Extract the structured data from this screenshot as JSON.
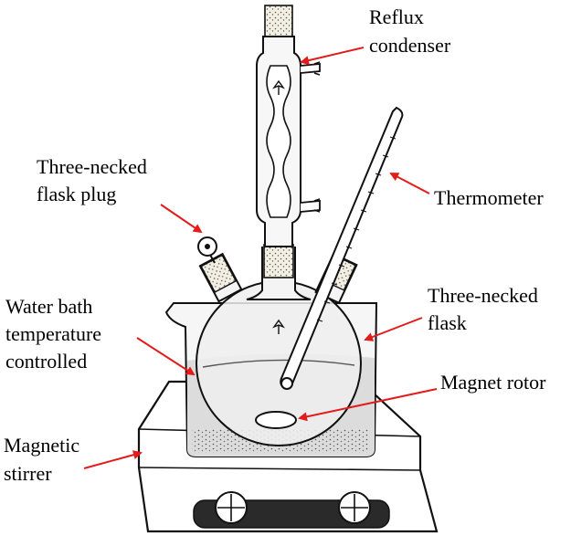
{
  "labels": {
    "reflux_condenser": [
      "Reflux",
      "condenser"
    ],
    "thermometer": "Thermometer",
    "flask_plug": [
      "Three-necked",
      "flask plug"
    ],
    "three_necked_flask": [
      "Three-necked",
      "flask"
    ],
    "water_bath": [
      "Water bath",
      "temperature",
      "controlled"
    ],
    "magnet_rotor": "Magnet rotor",
    "magnetic_stirrer": [
      "Magnetic",
      "stirrer"
    ]
  },
  "colors": {
    "arrow": "#e31b1b",
    "outline": "#111111",
    "glass": "#f2f2f2",
    "water": "#dcdcdc",
    "stirrer_body": "#ffffff",
    "display_panel": "#2a2a2a",
    "cork": "#f4efe3"
  },
  "icons": {
    "knob": "dial-knob-icon"
  }
}
